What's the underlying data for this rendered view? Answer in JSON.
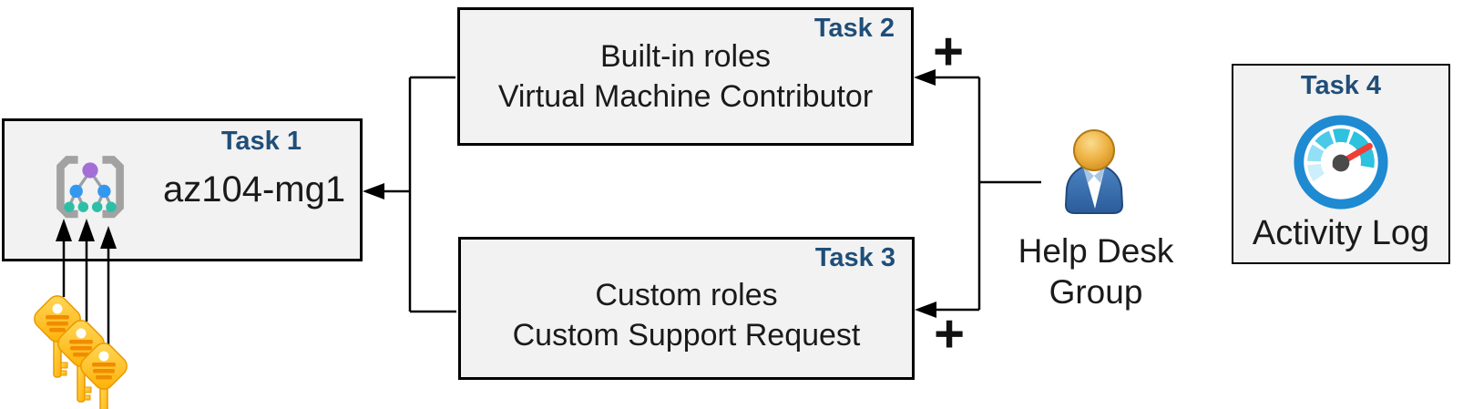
{
  "diagram": {
    "task1": {
      "tag": "Task 1",
      "title": "az104-mg1"
    },
    "task2": {
      "tag": "Task 2",
      "line1": "Built-in roles",
      "line2": "Virtual Machine Contributor"
    },
    "task3": {
      "tag": "Task 3",
      "line1": "Custom roles",
      "line2": "Custom Support Request"
    },
    "task4": {
      "tag": "Task 4",
      "caption": "Activity Log"
    },
    "help_desk": {
      "label": "Help Desk\nGroup"
    },
    "plus_top": "+",
    "plus_bottom": "+"
  },
  "icons": {
    "task1": "management-group-tree-icon",
    "task4": "activity-log-gauge-icon",
    "help_desk": "person-user-icon",
    "bottom_left": "three-gold-keys-icon"
  },
  "colors": {
    "background": "#ffffff",
    "box_fill": "#f2f2f2",
    "box_border": "#000000",
    "tag_text": "#1f4e79",
    "body_text": "#1a1a1a",
    "connector": "#000000",
    "mg_purple": "#a36fd6",
    "mg_blue": "#3498f0",
    "mg_teal": "#2dbfa6",
    "mg_bracket": "#a2a2a2",
    "key_gold": "#ffc425",
    "key_stripe": "#f08c00",
    "person_body_blue": "#2e5f9e",
    "person_head_gold": "#e8a63c",
    "gauge_ring_blue": "#1e8ad2",
    "gauge_needle_red": "#ef3e36",
    "gauge_hub_gray": "#4a4a4a"
  }
}
